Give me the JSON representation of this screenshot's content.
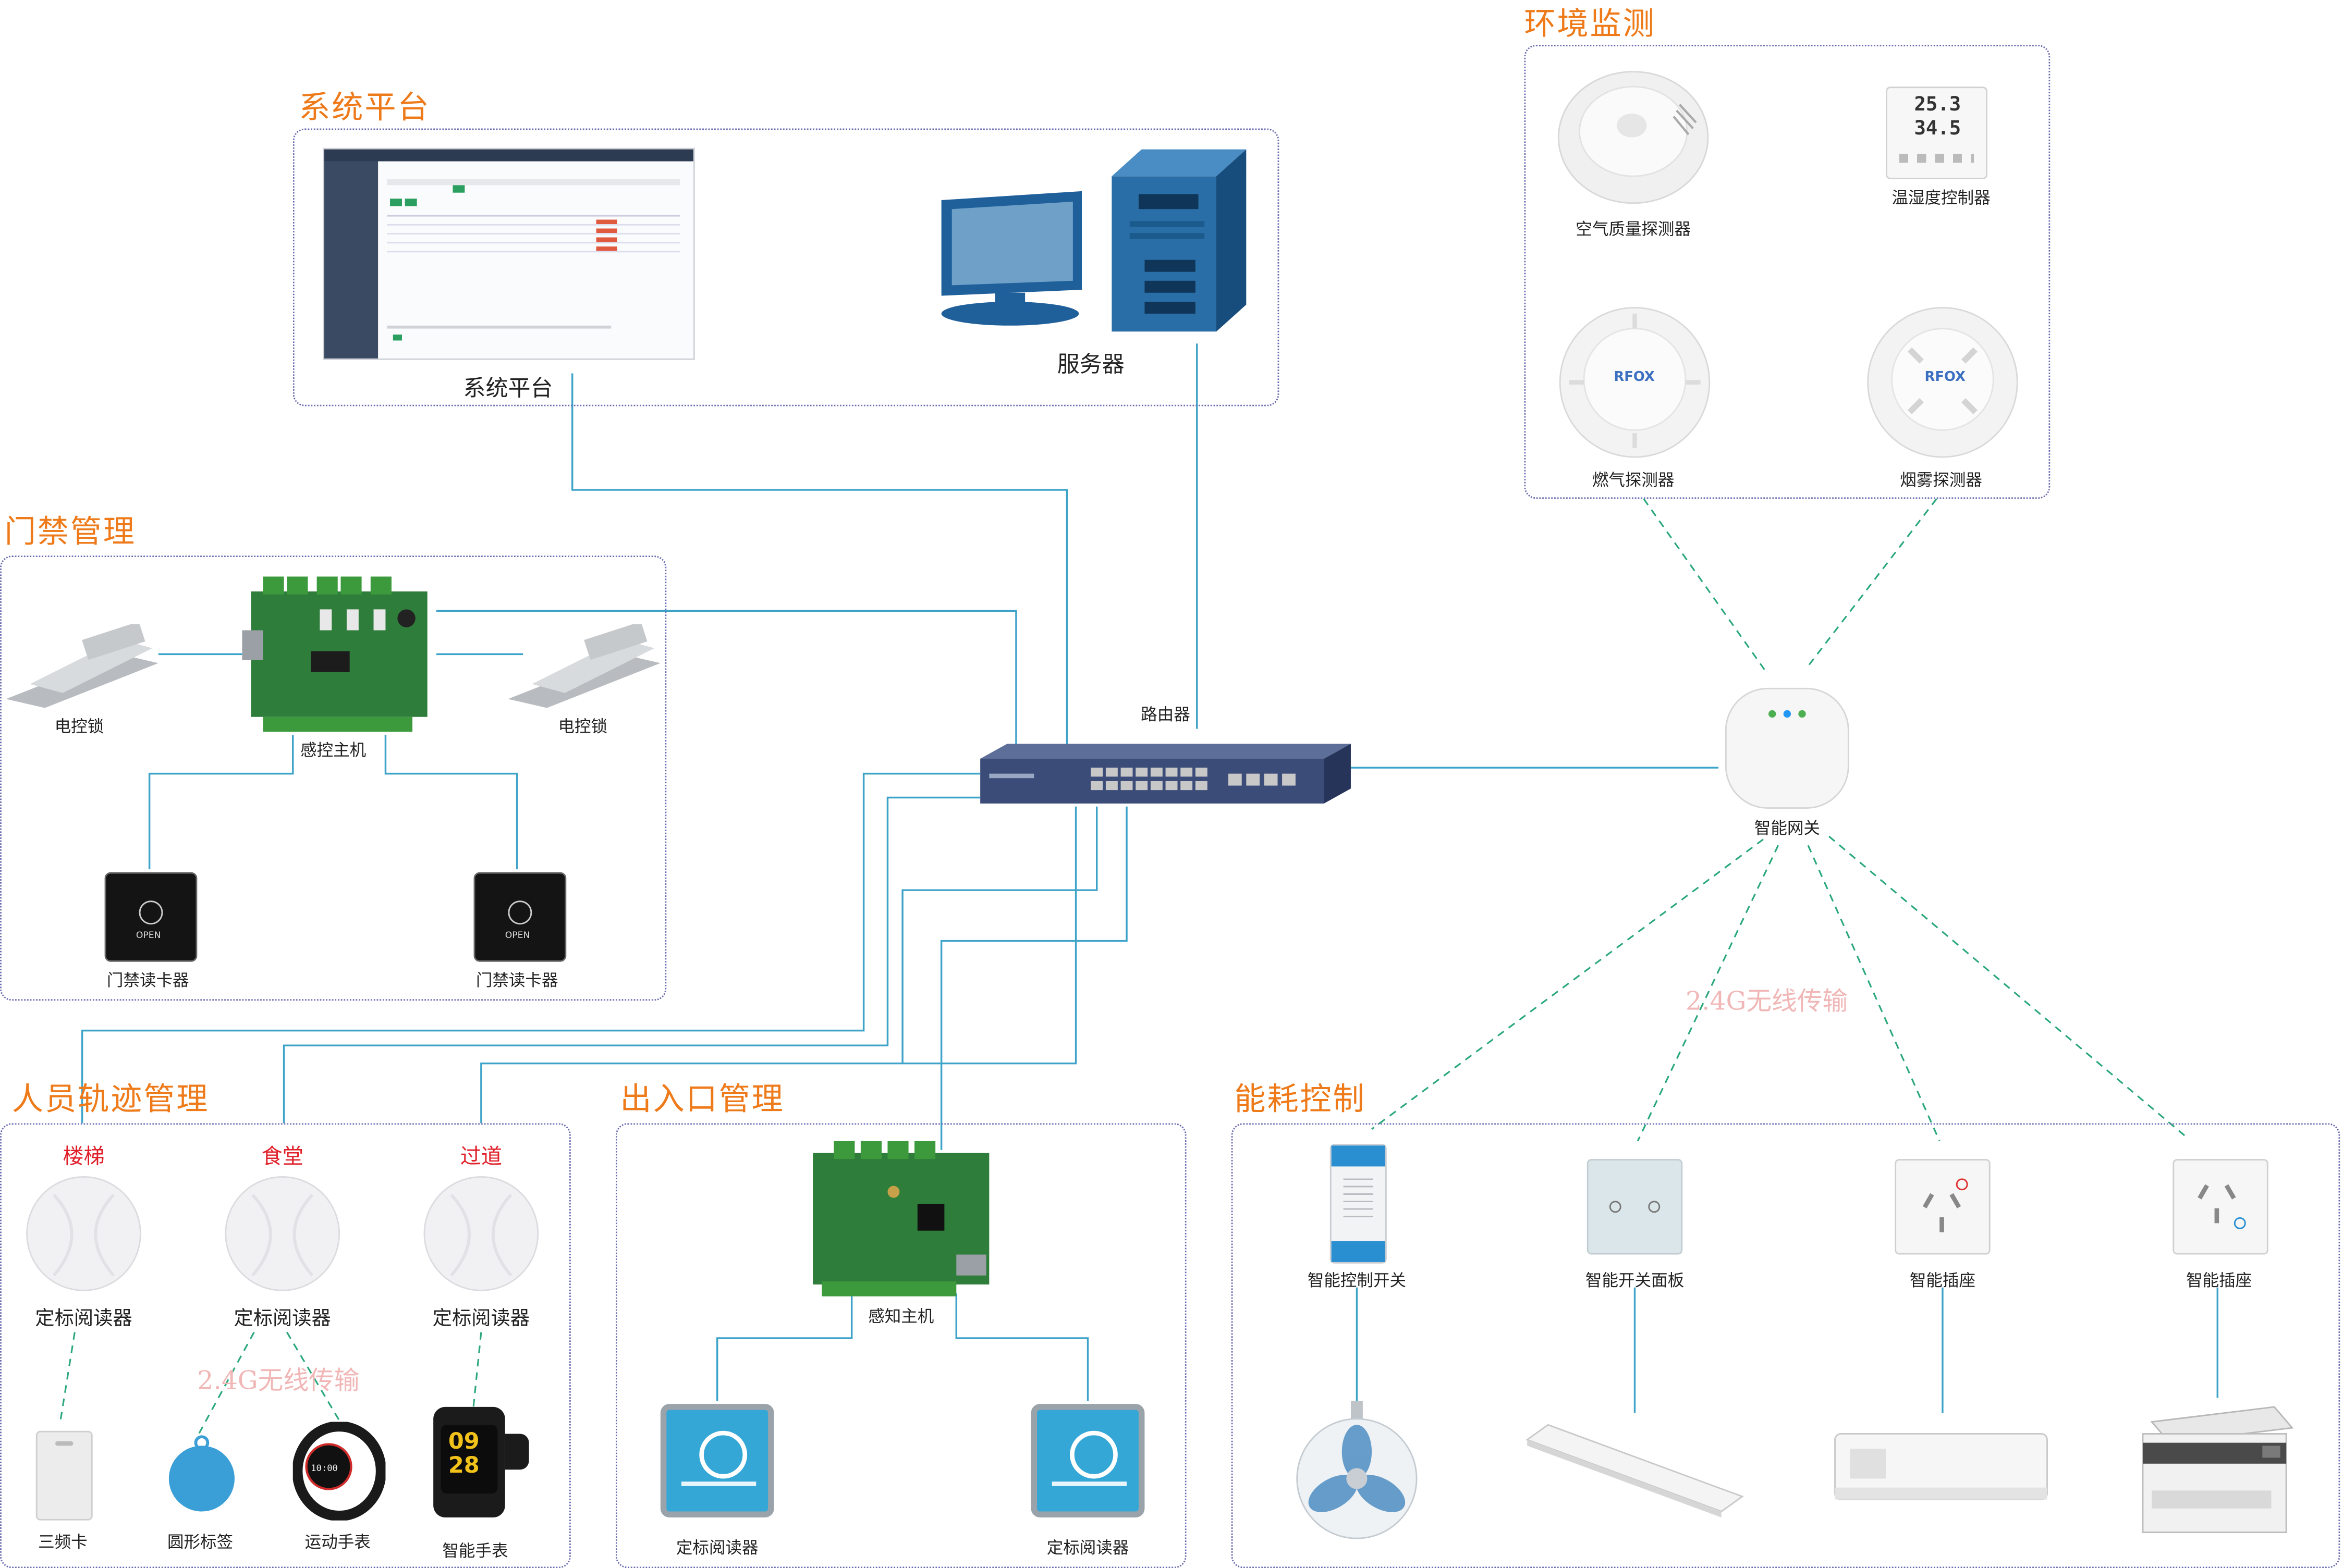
{
  "sections": {
    "platform": "系统平台",
    "env": "环境监测",
    "access": "门禁管理",
    "track": "人员轨迹管理",
    "gate": "出入口管理",
    "energy": "能耗控制"
  },
  "platform": {
    "screen_label": "系统平台",
    "server_label": "服务器"
  },
  "network": {
    "router_label": "路由器",
    "gateway_label": "智能网关",
    "wireless_note": "2.4G无线传输"
  },
  "env": {
    "air_quality": "空气质量探测器",
    "thermo": "温湿度控制器",
    "gas": "燃气探测器",
    "smoke": "烟雾探测器",
    "temp_reading": "25.3",
    "humidity_reading": "34.5",
    "brand": "RFOX"
  },
  "access": {
    "lock_left": "电控锁",
    "lock_right": "电控锁",
    "controller": "感控主机",
    "reader_left": "门禁读卡器",
    "reader_right": "门禁读卡器",
    "open_text": "OPEN"
  },
  "track": {
    "loc1": "楼梯",
    "loc2": "食堂",
    "loc3": "过道",
    "reader1": "定标阅读器",
    "reader2": "定标阅读器",
    "reader3": "定标阅读器",
    "wireless_note": "2.4G无线传输",
    "tag1": "三频卡",
    "tag2": "圆形标签",
    "tag3": "运动手表",
    "tag4": "智能手表",
    "watch_time_1": "09",
    "watch_time_2": "28",
    "band_time": "10:00"
  },
  "gate": {
    "host": "感知主机",
    "reader_left": "定标阅读器",
    "reader_right": "定标阅读器"
  },
  "energy": {
    "ctrl_switch": "智能控制开关",
    "switch_panel": "智能开关面板",
    "socket1": "智能插座",
    "socket2": "智能插座"
  },
  "colors": {
    "title": "#ee7a1a",
    "wire": "#3ea3c9",
    "wireless": "#2aa87a",
    "box": "#6b6bb0",
    "loc_label": "#e0202a"
  }
}
